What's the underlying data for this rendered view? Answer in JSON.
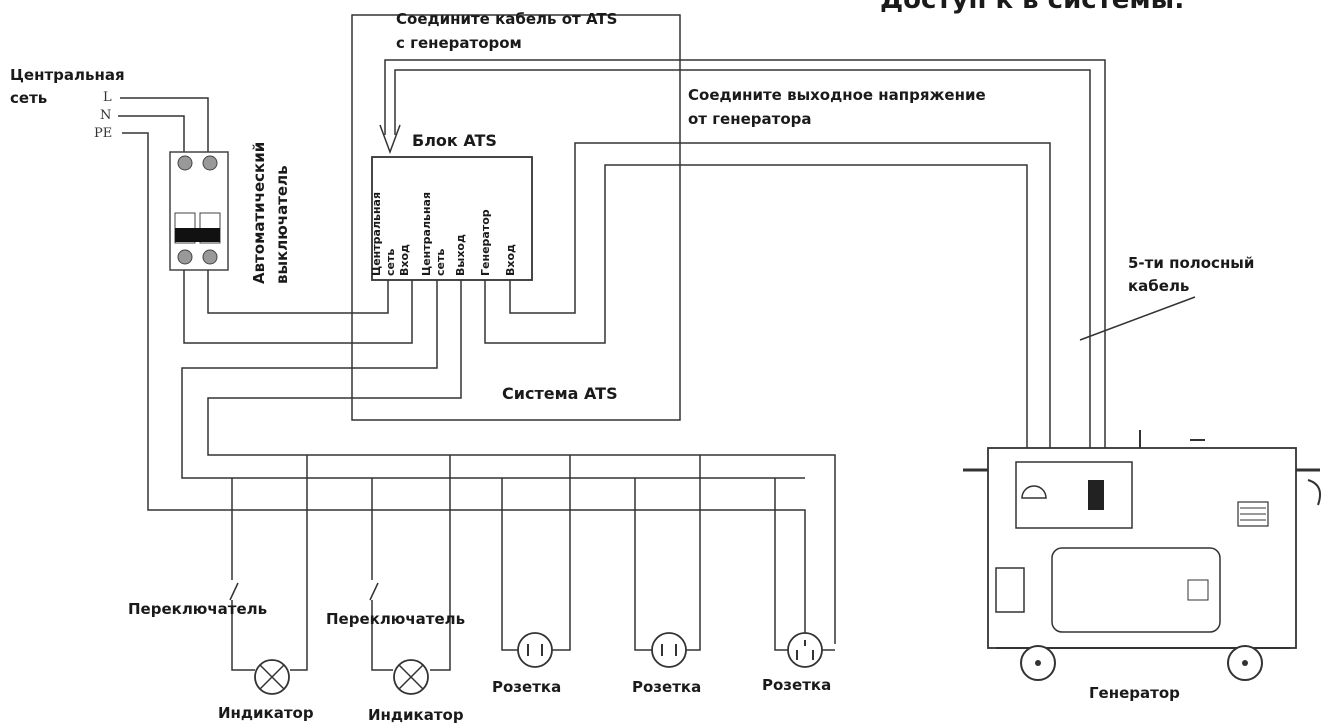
{
  "header_clipped": "Доступ к в системы:",
  "mains": {
    "label_line1": "Центральная",
    "label_line2": "сеть",
    "L": "L",
    "N": "N",
    "PE": "PE"
  },
  "breaker": {
    "label_line1": "Автоматический",
    "label_line2": "выключатель"
  },
  "connect_ats_gen": {
    "line1": "Соедините кабель от ATS",
    "line2": "с генератором"
  },
  "connect_output": {
    "line1": "Соедините выходное напряжение",
    "line2": "от генератора"
  },
  "ats_block": {
    "title": "Блок ATS",
    "terminals": [
      {
        "line1": "Центральная",
        "line2": "сеть",
        "line3": "Вход"
      },
      {
        "line1": "Центральная",
        "line2": "сеть",
        "line3": "Выход"
      },
      {
        "line1": "Генератор",
        "line2": "Вход"
      }
    ]
  },
  "system_label": "Система ATS",
  "cable_label": {
    "line1": "5-ти полосный",
    "line2": "кабель"
  },
  "switch_label": "Переключатель",
  "indicator_label": "Индикатор",
  "socket_label": "Розетка",
  "generator_label": "Генератор",
  "colors": {
    "wire": "#333333",
    "text": "#1a1a1a",
    "background": "#ffffff"
  }
}
